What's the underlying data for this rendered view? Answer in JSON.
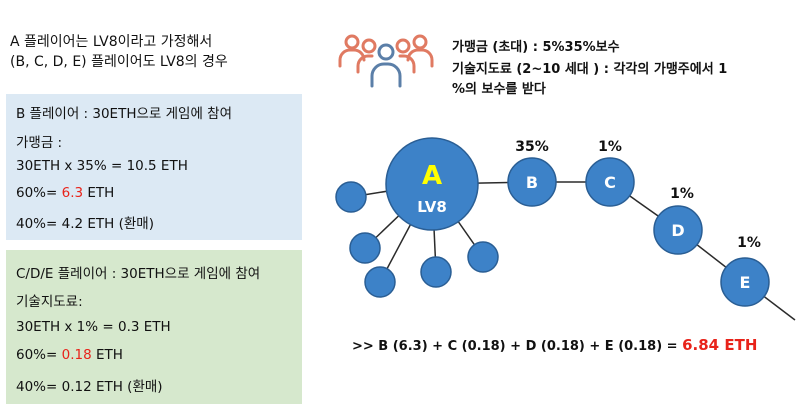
{
  "intro": {
    "line1": "A 플레이어는 LV8이라고 가정해서",
    "line2": "(B, C, D, E) 플레이어도 LV8의 경우"
  },
  "panel_b": {
    "title": "B 플레이어 : 30ETH으로 게임에 참여",
    "subtitle": "가맹금 :",
    "calc": "30ETH x 35% = 10.5 ETH",
    "sixty_prefix": "60%= ",
    "sixty_value": "6.3",
    "sixty_suffix": " ETH",
    "forty": "40%= 4.2 ETH (환매)"
  },
  "panel_cde": {
    "title": "C/D/E 플레이어 : 30ETH으로 게임에 참여",
    "subtitle": "기술지도료:",
    "calc": "30ETH x 1% = 0.3 ETH",
    "sixty_prefix": "60%= ",
    "sixty_value": "0.18",
    "sixty_suffix": " ETH",
    "forty": "40%= 0.12 ETH (환매)"
  },
  "header": {
    "line1": "가맹금 (초대) : 5%35%보수",
    "line2": "기술지도료 (2~10 세대 ) : 각각의 가맹주에서 1",
    "line3": "%의 보수를 받다"
  },
  "network": {
    "a_label": "A",
    "a_level": "LV8",
    "b_label": "B",
    "c_label": "C",
    "d_label": "D",
    "e_label": "E",
    "b_pct": "35%",
    "c_pct": "1%",
    "d_pct": "1%",
    "e_pct": "1%"
  },
  "formula": {
    "expression": ">> B (6.3) + C (0.18) + D (0.18) + E (0.18) = ",
    "result": "6.84 ETH"
  },
  "colors": {
    "node_fill": "#3d82c8",
    "node_stroke": "#2a5e94",
    "a_label": "#ffff00",
    "highlight_red": "#e8231a",
    "panel_b_bg": "#dce9f4",
    "panel_cde_bg": "#d6e8cd",
    "group_icon": "#e07a62",
    "group_icon_center": "#5b7fa8"
  }
}
